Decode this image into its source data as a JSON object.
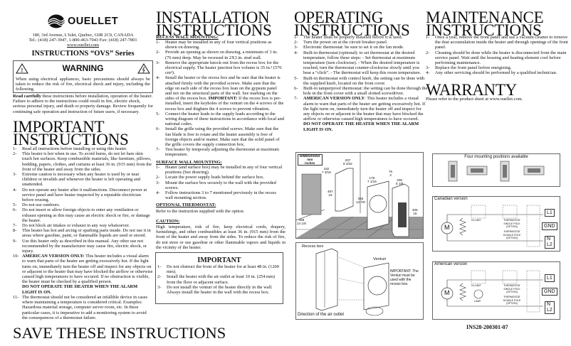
{
  "header": {
    "brand": "OUELLET",
    "address": "180, 3rd Avenue, L'Islet, Quebec, G0R 2C0, CANADA",
    "phone": "Tel.: (418) 247-3947, 1-800-463-7043   Fax: (418) 247-7801",
    "website": "www.ouellet.com",
    "title": "INSTRUCTIONS “OVS” Series"
  },
  "warning": {
    "title": "WARNING",
    "text": "When using electrical appliances, basic precautions should always be taken to reduce the risk of fire, electrical shock and injury, including the following."
  },
  "read_carefully": {
    "bold": "Read carefully",
    "text": " these instructions before installation, operation of the heater. Failure to adhere to the instructions could result in fire, electric shock, serious personal injury, and death or property damage. Review frequently for continuing safe operation and instruction of future users, if necessary."
  },
  "important_instructions": {
    "title1": "IMPORTANT",
    "title2": "INSTRUCTIONS",
    "items": [
      {
        "n": "1-",
        "t": "Read all instructions before installing or using this heater."
      },
      {
        "n": "2-",
        "t": "This heater is hot when in use. To avoid burns, do not let bare skin touch hot surfaces. Keep combustible materials, like furniture, pillows, bedding, papers, clothes, and curtains at least 36 in. (915 mm) from the front of the heater and away from the sides."
      },
      {
        "n": "3-",
        "t": "Extreme caution is necessary when any heater is used by or near children or invalids and whenever the heater is left operating and unattended."
      },
      {
        "n": "4-",
        "t": "Do not operate any heater after it malfunctions. Disconnect power at service panel and have heater inspected by a reputable electrician before reusing."
      },
      {
        "n": "5-",
        "t": "Do not use outdoors."
      },
      {
        "n": "6-",
        "t": "Do not insert or allow foreign objects to enter any ventilation or exhaust opening as this may cause an electric shock or fire, or damage the heater."
      },
      {
        "n": "7-",
        "t": "Do not block air intakes or exhaust in any way whatsoever."
      },
      {
        "n": "8-",
        "t": "This heater has hot and arcing or sparking parts inside. Do not use it in areas where gasoline, paint, or flammable liquids are used or stored."
      },
      {
        "n": "9-",
        "t": "Use this heater only as described in this manual. Any other use not recommended by the manufacturer may cause fire, electric shock, or injury."
      },
      {
        "n": "10-",
        "b": "AMERICAN VERSION ONLY:",
        "t": " This heater includes a visual alarm to warn that parts of the heater are getting excessively hot. If the light turns on, immediately turn the heater off and inspect for any objects on or adjacent to the heater that may have blocked the airflow or otherwise caused high temperatures to have occured. If no obstruction is visible, the heater must be checked by a qualified person.",
        "b2": "DO NOT OPERATE THE HEATER WHEN THE ALARM LIGHT IS ON."
      },
      {
        "n": "11-",
        "t": "The thermostat should not be considered an infallible device in cases where maintaining a temperature is considered critical. Examples: Hazardous material storage, computer server room, etc. In these particular cases, it is imperative to add a monitoring system to avoid the consequences of a thermostat failure."
      }
    ]
  },
  "save": "SAVE THESE INSTRUCTIONS",
  "installation": {
    "title1": "INSTALLATION",
    "title2": "INSTRUCTIONS",
    "recess_title": "RECESS WALL MOUNTING:",
    "recess_items": [
      {
        "n": "1-",
        "t": "Heater may be installed in any of four vertical positions as shown on drawing."
      },
      {
        "n": "2-",
        "t": "Provide an opening as shown on drawing, a minimum of 3 in. (76 mm) deep. May be recessed in 2X3 in. stud wall."
      },
      {
        "n": "3-",
        "t": "Remove the appropriate knock-out from the recess box for the electrical supply. The heater junction box volume is 35 in.³ (576 cm³)."
      },
      {
        "n": "4-",
        "t": "Install the heater or the recess box and be sure that the heater is attached firmly with the provided screws. Make sure that the edge on each side of the recess box lean on the gypsum panel and not on the structural parts of the wall. See marking on the sides of the recess box.",
        "b": " IMPORTANT:",
        "t2": " If the recess box is pre-installed, insert the keyholes of the venturi on the 4 screws of the recess box and thighten the 4 screws to prevent vibration."
      },
      {
        "n": "5-",
        "t": "Connect the heater leads to the supply leads according to the wiring diagram of these instructions in accordance with local and national codes."
      },
      {
        "n": "6-",
        "t": "Install the grille using the provided screws. Make sure that the fan blade is free to rotate and the heater assembly is free of foreign objects and/or matter. Make sure that the solid panel of the grille covers the supply connection box."
      },
      {
        "n": "7-",
        "t": "Test heater by temporaly adjusting the thermostat at maximum temperature."
      }
    ],
    "surface_title": "SURFACE WALL MOUNTING:",
    "surface_items": [
      {
        "n": "1-",
        "t": "Heater (and surface box) may be installed in any of four vertical positions (See drawing)."
      },
      {
        "n": "2-",
        "t": "Locate the power supply leads behind the surface box."
      },
      {
        "n": "3-",
        "t": "Mount the surface box securely to the wall with the provided screws."
      },
      {
        "n": "4-",
        "t": "Follow instructions 3 to 7 mentioned previously in the recess wall mounting section."
      }
    ],
    "thermostat_title": "OPTIONAL THERMOSTAT:",
    "thermostat_text": "Refer to the instruction supplied with the option.",
    "caution_title": "CAUTION:",
    "caution_text": "High temperature, risk of fire, keep electrical cords, drapery, furnishings, and other combustibles at least 36 in. (915 mm) from the front of the heater and away from the sides. To reduce the risk of fire, do not store or use gasoline or other flammable vapors and liquids in the vicinity of the heater."
  },
  "important_box": {
    "title": "IMPORTANT",
    "items": [
      {
        "n": "1-",
        "t": "Do not obstruct the front of the heater for at least 48 in. (1200 mm)."
      },
      {
        "n": "2-",
        "t": "Install the heater with the air outlet at least 10 in. (254 mm) from the floor or adjacent surface."
      },
      {
        "n": "3-",
        "t": "Do not install the venturi of the heater directly in the wall. Always install the heater in the wall with the recess box."
      }
    ]
  },
  "operating": {
    "title1": "OPERATING",
    "title2": "INSTRUCTIONS",
    "items": [
      {
        "n": "1-",
        "t": "The heater must be properly installed before it is used."
      },
      {
        "n": "2-",
        "t": "Turn the power on at the circuit breaker panel."
      },
      {
        "n": "3-",
        "t": "Electronic thermostat: be sure to set it on the fan mode."
      },
      {
        "n": "4-",
        "t": "Built-in thermostat (optional): to set thermostat at the desired temperature, follow these steps: - Set thermostat at maximum temperature (turn clockwise). - When the desired temperature is reached, turn the thermostat counter-clockwise slowly until you hear a “click”. - The thermostat will keep this room temperature."
      },
      {
        "n": "5-",
        "t": "Built-in thermostat with control knob, the setting can be done with the supplied knob, located on the front cover."
      },
      {
        "n": "6-",
        "t": "Built-in tamperproof thermostat: the setting can be done through the hole in the front cover with a small slotted screwdriver."
      },
      {
        "n": "7-",
        "b": "AMERICAN VERSION ONLY",
        ":": "",
        "t": ": This heater includes a visual alarm to warn that parts of the heater are getting excessively hot. If the light turns on, immediately turn the heater off and inspect for any objects on or adjacent to the heater that may have blocked the airflow or otherwise caused high temperatures to have occured.",
        "b2": "DO NOT OPERATE THE HEATER WHEN THE ALARM LIGHT IS ON."
      }
    ]
  },
  "maintenance": {
    "title1": "MAINTENANCE",
    "title2": "INSTRUCTIONS",
    "items": [
      {
        "n": "1-",
        "t": "Once a year, remove the front panel and use a vacuum cleaner to remove the dust accumulation inside the heater and through openings of the front panel."
      },
      {
        "n": "2-",
        "t": "Cleaning should be done while the heater is disconnected from the main service panel. Wait until the housing and heating element cool before performing maintenance."
      },
      {
        "n": "3-",
        "t": "Replace the front panel before energizing."
      },
      {
        "n": "4-",
        "t": "Any other servicing should be performed by a qualified technician."
      }
    ]
  },
  "warranty": {
    "title": "WARRANTY",
    "text": "Please refer to the product sheet at www.ouellet.com."
  },
  "dimensions": {
    "legend": [
      "DIMENSIONS",
      "mm",
      "inches"
    ],
    "labels": [
      "182",
      "7 3/16",
      "207",
      "8 3/32",
      "487",
      "19",
      "358",
      "14 1/8",
      "179",
      "7 1/16",
      "76",
      "3",
      "355",
      "13 7/8",
      "206",
      "8 1/8",
      "406",
      "16"
    ]
  },
  "recess_figure": {
    "recess_box": "Recess box",
    "venturi": "Venturi",
    "note": "IMPORTANT: The Venturi must be used with the recess box.",
    "air_outlet": "Direction of the air outlet"
  },
  "mounting": {
    "title": "Four mounting positions available"
  },
  "wiring": {
    "canadian": "Canadian version",
    "american": "American version",
    "motor": "M",
    "hilimit": "HI-LIMIT",
    "lamp": "LAMP",
    "single": "THERMOSTAT SINGLE POLE (OPTION)",
    "double": "THERMOSTAT DOUBLE POLE (OPTION)",
    "l1": "L1",
    "gnd": "GND",
    "n": "N",
    "l2": "L2"
  },
  "doc_code": "INS28-200301-07"
}
